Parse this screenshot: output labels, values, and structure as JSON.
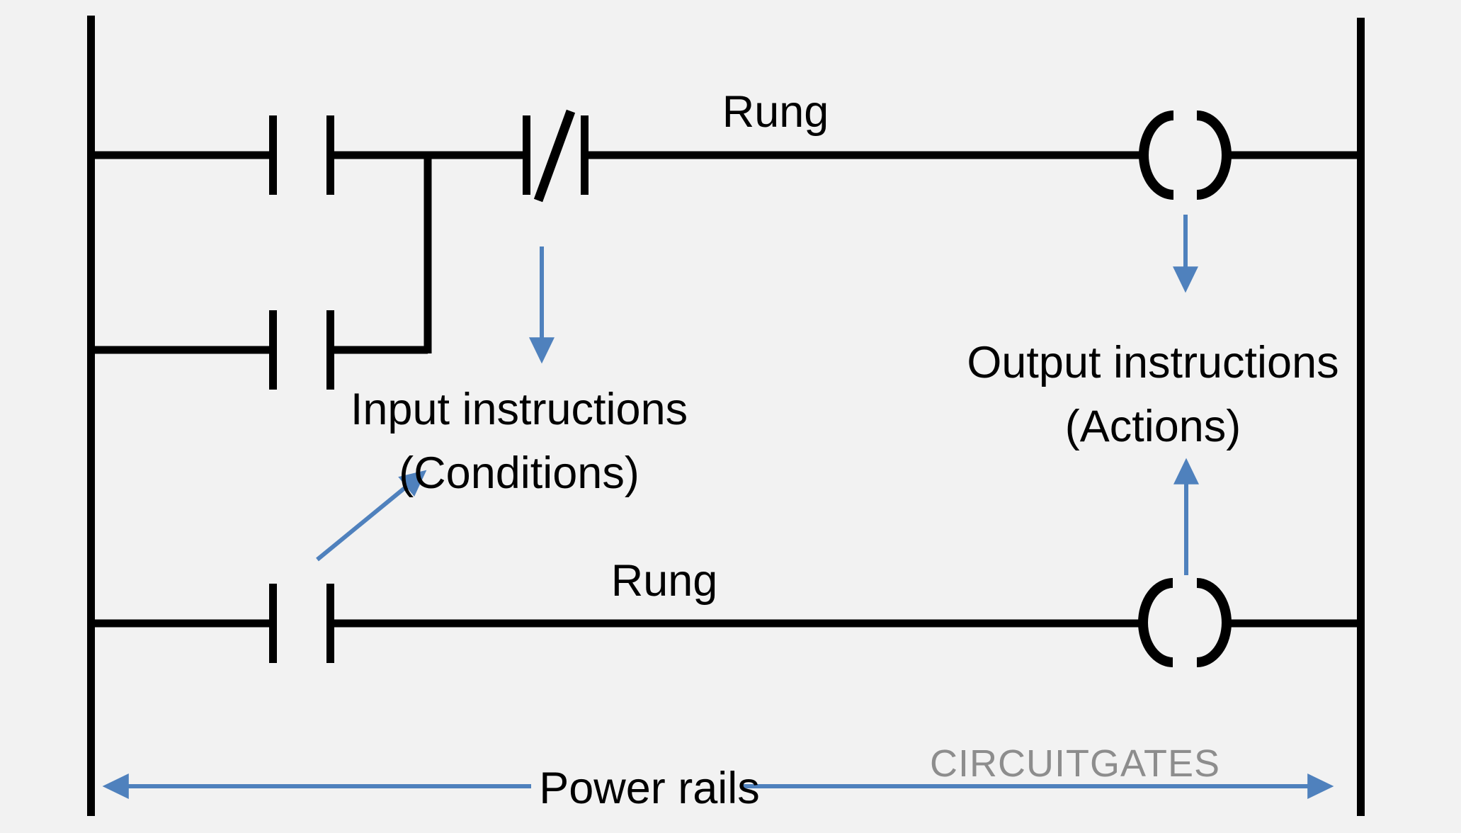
{
  "diagram": {
    "rung_labels": {
      "top": "Rung",
      "bottom": "Rung"
    },
    "input_instructions": {
      "line1": "Input instructions",
      "line2": "(Conditions)"
    },
    "output_instructions": {
      "line1": "Output instructions",
      "line2": "(Actions)"
    },
    "power_rails_label": "Power rails",
    "watermark": "CIRCUITGATES",
    "symbols": [
      {
        "name": "power-rail",
        "glyph": "|",
        "count": 2
      },
      {
        "name": "normally-open-contact",
        "glyph": "| |",
        "count": 3
      },
      {
        "name": "normally-closed-contact",
        "glyph": "|/|",
        "count": 1
      },
      {
        "name": "output-coil",
        "glyph": "( )",
        "count": 2
      }
    ],
    "colors": {
      "background": "#f2f2f2",
      "line": "#000000",
      "arrow": "#4f81bd",
      "watermark": "#8d8d8d"
    }
  }
}
